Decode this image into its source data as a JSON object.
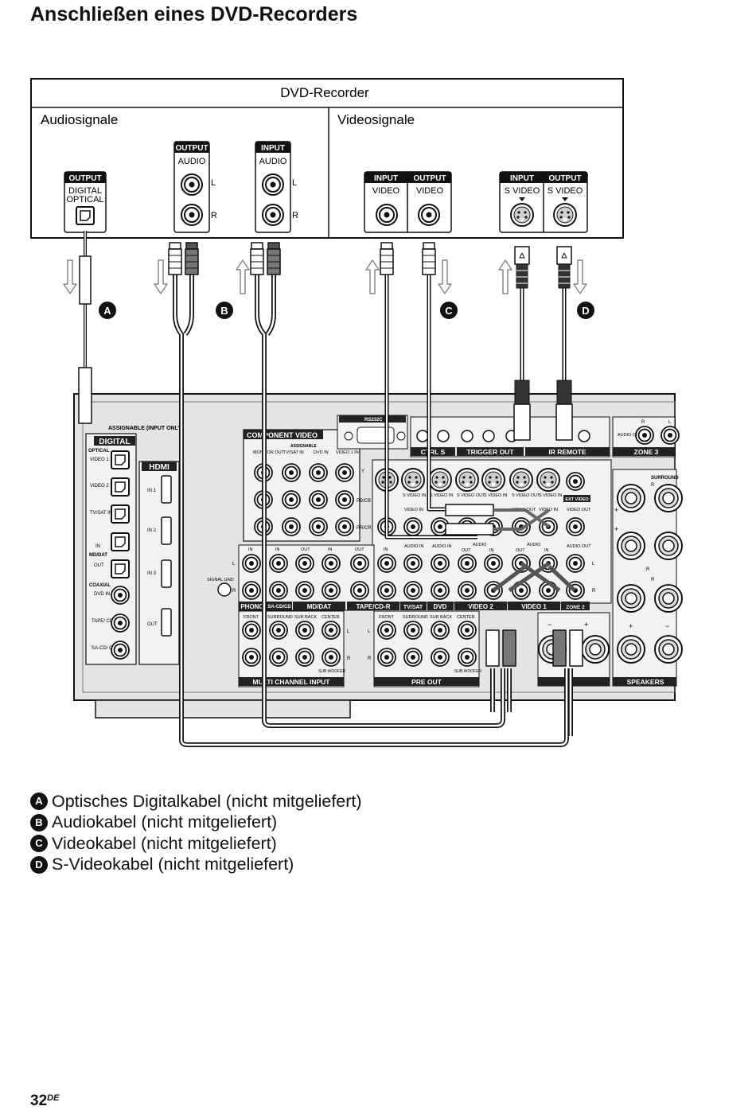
{
  "page": {
    "title": "Anschließen eines DVD-Recorders",
    "page_number": "32",
    "page_suffix": "DE"
  },
  "recorder": {
    "title": "DVD-Recorder",
    "audio_section": "Audiosignale",
    "video_section": "Videosignale",
    "optical_badge": "OUTPUT",
    "optical_text_1": "DIGITAL",
    "optical_text_2": "OPTICAL",
    "audio_out_badge": "OUTPUT",
    "audio_in_badge": "INPUT",
    "audio_text": "AUDIO",
    "ch_l": "L",
    "ch_r": "R",
    "video_in_badge": "INPUT",
    "video_out_badge": "OUTPUT",
    "video_text": "VIDEO",
    "svideo_text": "S VIDEO"
  },
  "cable_markers": [
    "A",
    "B",
    "C",
    "D"
  ],
  "receiver": {
    "digital": "DIGITAL",
    "assignable": "ASSIGNABLE (INPUT ONLY)",
    "optical": "OPTICAL",
    "video1_in": "VIDEO 1 IN",
    "video2_in": "VIDEO 2 IN",
    "tvsat_in": "TV/SAT IN",
    "md_in": "IN",
    "md_dat": "MD/DAT",
    "md_out": "OUT",
    "coaxial": "COAXIAL",
    "dvd_in": "DVD IN",
    "tape_in": "TAPE/ CD-R IN",
    "sacd_in": "SA-CD/ CD IN",
    "hdmi": "HDMI",
    "hdmi_in1": "IN 1",
    "hdmi_in2": "IN 2",
    "hdmi_in3": "IN 3",
    "hdmi_out": "OUT",
    "component_video": "COMPONENT VIDEO",
    "component_assignable": "ASSIGNABLE",
    "monitor_out": "MONITOR OUT",
    "comp_tvsat": "TV/SAT IN",
    "comp_dvd": "DVD IN",
    "comp_video1": "VIDEO 1 IN",
    "y": "Y",
    "pb": "PB/CB",
    "pr": "PR/CR",
    "rs232c": "RS232C",
    "ctrl_s": "CTRL S",
    "trigger_out": "TRIGGER OUT",
    "ir_remote": "IR REMOTE",
    "zone3": "ZONE 3",
    "audio_out": "AUDIO OUT",
    "signal_gnd": "SIGNAL GND",
    "phono": "PHONO",
    "sacd": "SA-CD/CD",
    "tape_cdr": "TAPE/CD-R",
    "tvsat": "TV/SAT",
    "dvd": "DVD",
    "video2": "VIDEO 2",
    "video1": "VIDEO 1",
    "zone2": "ZONE 2",
    "ext_video": "EXT VIDEO",
    "multi_channel_input": "MULTI CHANNEL INPUT",
    "pre_out": "PRE OUT",
    "speakers": "SPEAKERS",
    "surround": "SURROUND",
    "front": "FRONT",
    "sur_back": "SUR BACK",
    "center": "CENTER",
    "subwoofer": "SUB WOOFER",
    "svideo_in": "S VIDEO IN",
    "svideo_out": "S VIDEO OUT",
    "video_in": "VIDEO IN",
    "video_out": "VIDEO OUT",
    "audio_in_lbl": "AUDIO IN",
    "audio_lbl": "AUDIO",
    "in": "IN",
    "out": "OUT",
    "l": "L",
    "r": "R"
  },
  "legend": [
    {
      "marker": "A",
      "text": "Optisches Digitalkabel (nicht mitgeliefert)"
    },
    {
      "marker": "B",
      "text": "Audiokabel (nicht mitgeliefert)"
    },
    {
      "marker": "C",
      "text": "Videokabel (nicht mitgeliefert)"
    },
    {
      "marker": "D",
      "text": "S-Videokabel (nicht mitgeliefert)"
    }
  ]
}
